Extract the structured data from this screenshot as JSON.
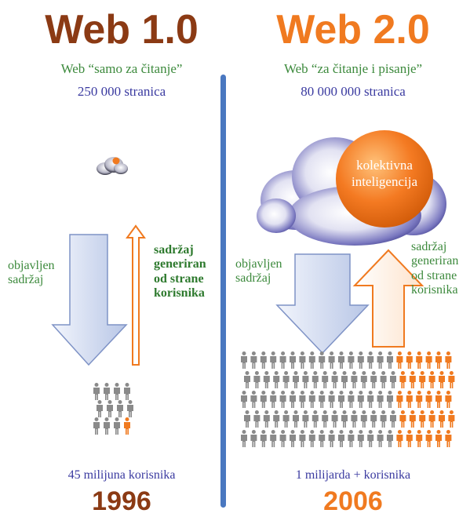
{
  "colors": {
    "web1": "#8b3a14",
    "web2": "#f07a20",
    "green_text": "#3d8a3d",
    "blue_text": "#3a3aa0",
    "divider": "#4a78c0",
    "person_gray": "#8a8a8a",
    "person_orange": "#f07a20"
  },
  "left": {
    "title": "Web 1.0",
    "subtitle": "Web “samo za čitanje”",
    "pages": "250 000 stranica",
    "down_label_line1": "objavljen",
    "down_label_line2": "sadržaj",
    "up_label_line1": "sadržaj",
    "up_label_line2": "generiran",
    "up_label_line3": "od strane",
    "up_label_line4": "korisnika",
    "users": "45 milijuna korisnika",
    "year": "1996"
  },
  "right": {
    "title": "Web 2.0",
    "subtitle": "Web “za čitanje i pisanje”",
    "pages": "80 000 000 stranica",
    "cloud_line1": "kolektivna",
    "cloud_line2": "inteligencija",
    "down_label_line1": "objavljen",
    "down_label_line2": "sadržaj",
    "up_label_line1": "sadržaj",
    "up_label_line2": "generiran",
    "up_label_line3": "od strane",
    "up_label_line4": "korisnika",
    "users": "1 milijarda + korisnika",
    "year": "2006"
  }
}
